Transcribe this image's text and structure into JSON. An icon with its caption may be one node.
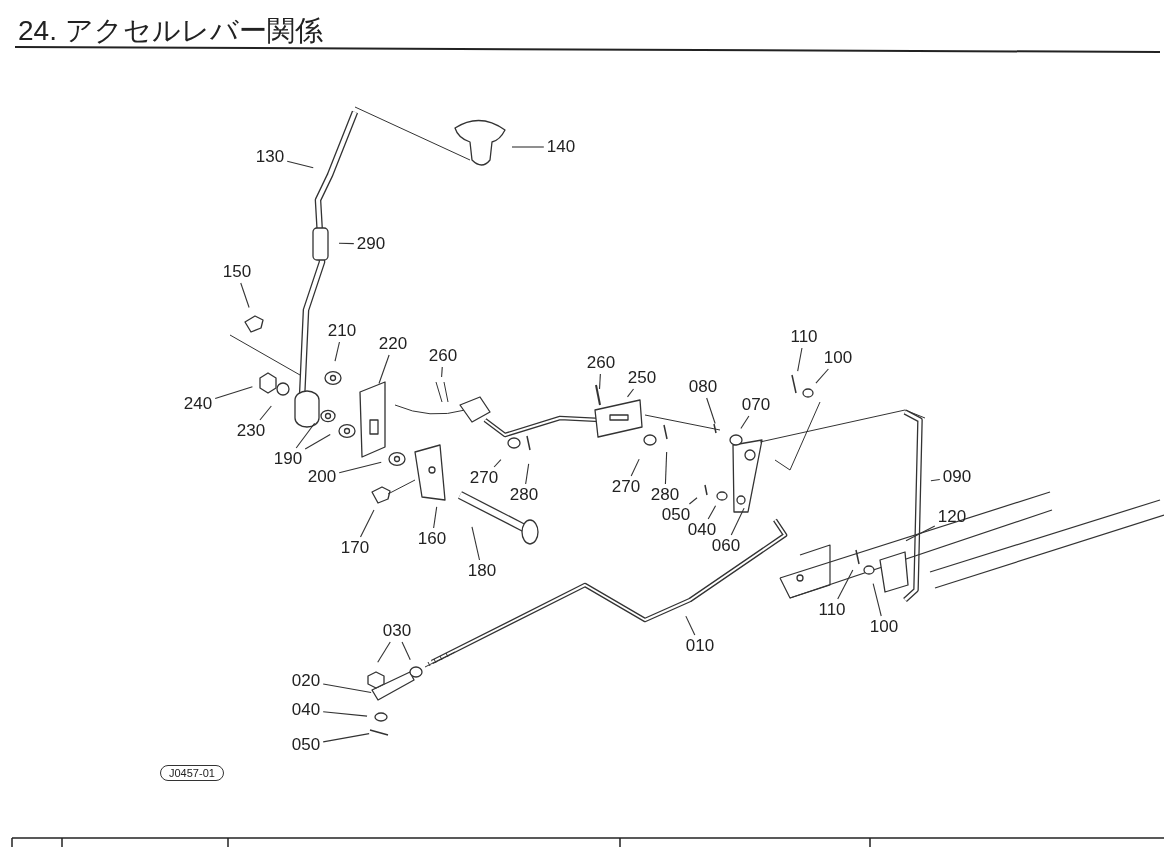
{
  "diagram": {
    "title": "24. アクセルレバー関係",
    "nodes": [
      {
        "text": [
          "130"
        ]
      },
      {
        "text": [
          "140"
        ]
      },
      {
        "text": [
          "290"
        ]
      },
      {
        "text": [
          "150"
        ]
      },
      {
        "text": [
          "210"
        ]
      },
      {
        "text": [
          "220"
        ]
      },
      {
        "text": [
          "260"
        ]
      },
      {
        "text": [
          "260"
        ]
      },
      {
        "text": [
          "250"
        ]
      },
      {
        "text": [
          "110"
        ]
      },
      {
        "text": [
          "100"
        ]
      },
      {
        "text": [
          "080"
        ]
      },
      {
        "text": [
          "070"
        ]
      },
      {
        "text": [
          "240"
        ]
      },
      {
        "text": [
          "230"
        ]
      },
      {
        "text": [
          "190"
        ]
      },
      {
        "text": [
          "200"
        ]
      },
      {
        "text": [
          "270"
        ]
      },
      {
        "text": [
          "280"
        ]
      },
      {
        "text": [
          "270"
        ]
      },
      {
        "text": [
          "280"
        ]
      },
      {
        "text": [
          "090"
        ]
      },
      {
        "text": [
          "050"
        ]
      },
      {
        "text": [
          "040"
        ]
      },
      {
        "text": [
          "060"
        ]
      },
      {
        "text": [
          "120"
        ]
      },
      {
        "text": [
          "170"
        ]
      },
      {
        "text": [
          "160"
        ]
      },
      {
        "text": [
          "180"
        ]
      },
      {
        "text": [
          "110"
        ]
      },
      {
        "text": [
          "100"
        ]
      },
      {
        "text": [
          "030"
        ]
      },
      {
        "text": [
          "010"
        ]
      },
      {
        "text": [
          "020"
        ]
      },
      {
        "text": [
          "040"
        ]
      },
      {
        "text": [
          "050"
        ]
      }
    ],
    "edges": [
      {
        "from": 0,
        "to": null,
        "arrow": "none"
      },
      {
        "from": 1,
        "to": null,
        "arrow": "none"
      },
      {
        "from": 2,
        "to": null,
        "arrow": "none"
      },
      {
        "from": 3,
        "to": null,
        "arrow": "none"
      },
      {
        "from": 4,
        "to": null,
        "arrow": "none"
      },
      {
        "from": 5,
        "to": null,
        "arrow": "none"
      },
      {
        "from": 6,
        "to": null,
        "arrow": "none"
      },
      {
        "from": 7,
        "to": null,
        "arrow": "none"
      },
      {
        "from": 8,
        "to": null,
        "arrow": "none"
      },
      {
        "from": 9,
        "to": null,
        "arrow": "none"
      },
      {
        "from": 10,
        "to": null,
        "arrow": "none"
      },
      {
        "from": 11,
        "to": null,
        "arrow": "none"
      },
      {
        "from": 12,
        "to": null,
        "arrow": "none"
      },
      {
        "from": 13,
        "to": null,
        "arrow": "none"
      },
      {
        "from": 14,
        "to": null,
        "arrow": "none"
      },
      {
        "from": 15,
        "to": null,
        "arrow": "none"
      },
      {
        "from": 15,
        "to": null,
        "arrow": "none"
      },
      {
        "from": 16,
        "to": null,
        "arrow": "none"
      },
      {
        "from": 17,
        "to": null,
        "arrow": "none"
      },
      {
        "from": 18,
        "to": null,
        "arrow": "none"
      },
      {
        "from": 19,
        "to": null,
        "arrow": "none"
      },
      {
        "from": 20,
        "to": null,
        "arrow": "none"
      },
      {
        "from": 21,
        "to": null,
        "arrow": "none"
      },
      {
        "from": 22,
        "to": null,
        "arrow": "none"
      },
      {
        "from": 23,
        "to": null,
        "arrow": "none"
      },
      {
        "from": 24,
        "to": null,
        "arrow": "none"
      },
      {
        "from": 25,
        "to": null,
        "arrow": "none"
      },
      {
        "from": 26,
        "to": null,
        "arrow": "none"
      },
      {
        "from": 27,
        "to": null,
        "arrow": "none"
      },
      {
        "from": 28,
        "to": null,
        "arrow": "none"
      },
      {
        "from": 29,
        "to": null,
        "arrow": "none"
      },
      {
        "from": 30,
        "to": null,
        "arrow": "none"
      },
      {
        "from": 31,
        "to": null,
        "arrow": "none"
      },
      {
        "from": 31,
        "to": null,
        "arrow": "none"
      },
      {
        "from": 32,
        "to": null,
        "arrow": "none"
      },
      {
        "from": 33,
        "to": null,
        "arrow": "none"
      },
      {
        "from": 34,
        "to": null,
        "arrow": "none"
      },
      {
        "from": 35,
        "to": null,
        "arrow": "none"
      }
    ],
    "labels": [
      "J0457-01"
    ]
  }
}
